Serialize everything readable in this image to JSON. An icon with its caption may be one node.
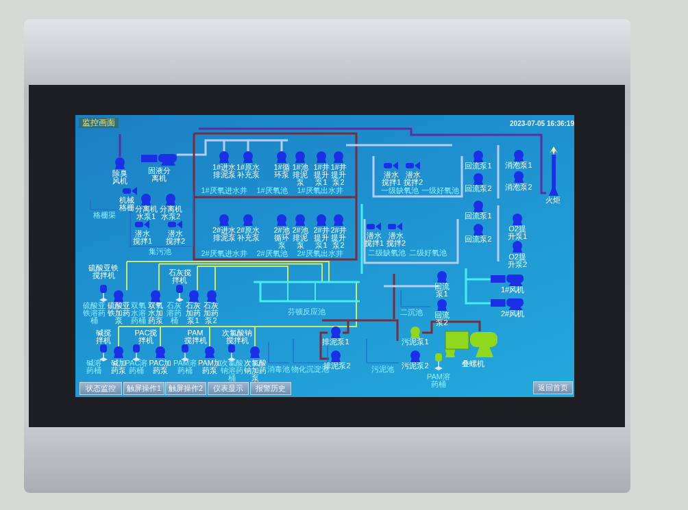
{
  "diagram": {
    "title": "监控画面",
    "nodes": [
      {
        "text": [
          "除臭风机"
        ]
      },
      {
        "text": [
          "固液分离机"
        ]
      },
      {
        "text": [
          "机械格栅"
        ]
      },
      {
        "text": [
          "格栅渠"
        ]
      },
      {
        "text": [
          "分离机水泵1"
        ]
      },
      {
        "text": [
          "分离机水泵2"
        ]
      },
      {
        "text": [
          "潜水搅拌1"
        ]
      },
      {
        "text": [
          "潜水搅拌2"
        ]
      },
      {
        "text": [
          "集污池"
        ]
      },
      {
        "text": [
          "1#进水排泥泵"
        ]
      },
      {
        "text": [
          "1#原水补充泵"
        ]
      },
      {
        "text": [
          "1#厌氧进水井"
        ]
      },
      {
        "text": [
          "1#循环泵"
        ]
      },
      {
        "text": [
          "1#池排泥泵"
        ]
      },
      {
        "text": [
          "1#井提升泵1"
        ]
      },
      {
        "text": [
          "1#井提升泵2"
        ]
      },
      {
        "text": [
          "1#厌氧出水井"
        ]
      },
      {
        "text": [
          "1#厌氧池"
        ]
      },
      {
        "text": [
          "2#进水排泥泵"
        ]
      },
      {
        "text": [
          "2#原水补充泵"
        ]
      },
      {
        "text": [
          "2#厌氧进水井"
        ]
      },
      {
        "text": [
          "2#池循环泵"
        ]
      },
      {
        "text": [
          "2#池排泥泵"
        ]
      },
      {
        "text": [
          "2#井提升泵1"
        ]
      },
      {
        "text": [
          "2#井提升泵2"
        ]
      },
      {
        "text": [
          "2#厌氧出水井"
        ]
      },
      {
        "text": [
          "2#厌氧池"
        ]
      },
      {
        "text": [
          "潜水搅拌1"
        ]
      },
      {
        "text": [
          "潜水搅拌2"
        ]
      },
      {
        "text": [
          "一级缺氧池"
        ]
      },
      {
        "text": [
          "一级好氧池"
        ]
      },
      {
        "text": [
          "潜水搅拌1"
        ]
      },
      {
        "text": [
          "潜水搅拌2"
        ]
      },
      {
        "text": [
          "二级缺氧池"
        ]
      },
      {
        "text": [
          "二级好氧池"
        ]
      },
      {
        "text": [
          "回流泵1"
        ]
      },
      {
        "text": [
          "回流泵2"
        ]
      },
      {
        "text": [
          "消泡泵1"
        ]
      },
      {
        "text": [
          "消泡泵2"
        ]
      },
      {
        "text": [
          "火炬"
        ]
      },
      {
        "text": [
          "回流泵1"
        ]
      },
      {
        "text": [
          "回流泵2"
        ]
      },
      {
        "text": [
          "O2提升泵1"
        ]
      },
      {
        "text": [
          "O2提升泵2"
        ]
      },
      {
        "text": [
          "1#风机"
        ]
      },
      {
        "text": [
          "2#风机"
        ]
      },
      {
        "text": [
          "硫酸亚铁搅拌机"
        ]
      },
      {
        "text": [
          "硫酸亚铁溶药桶"
        ]
      },
      {
        "text": [
          "硫酸亚铁加药泵"
        ]
      },
      {
        "text": [
          "双氧水溶药桶"
        ]
      },
      {
        "text": [
          "双氧水加药泵"
        ]
      },
      {
        "text": [
          "石灰搅拌机"
        ]
      },
      {
        "text": [
          "石灰溶药桶"
        ]
      },
      {
        "text": [
          "石灰加药泵1"
        ]
      },
      {
        "text": [
          "石灰加药泵2"
        ]
      },
      {
        "text": [
          "碱搅拌机"
        ]
      },
      {
        "text": [
          "碱溶药桶"
        ]
      },
      {
        "text": [
          "碱加药泵"
        ]
      },
      {
        "text": [
          "PAC搅拌机"
        ]
      },
      {
        "text": [
          "PAC溶药桶"
        ]
      },
      {
        "text": [
          "PAC加药泵"
        ]
      },
      {
        "text": [
          "PAM搅拌机"
        ]
      },
      {
        "text": [
          "PAM溶药桶"
        ]
      },
      {
        "text": [
          "PAM加药泵"
        ]
      },
      {
        "text": [
          "次氯酸钠搅拌机"
        ]
      },
      {
        "text": [
          "次氯酸钠溶药桶"
        ]
      },
      {
        "text": [
          "次氯酸钠加药泵"
        ]
      },
      {
        "text": [
          "芬顿反应池"
        ]
      },
      {
        "text": [
          "消毒池"
        ]
      },
      {
        "text": [
          "物化沉淀池"
        ]
      },
      {
        "text": [
          "排泥泵1"
        ]
      },
      {
        "text": [
          "排泥泵2"
        ]
      },
      {
        "text": [
          "污泥池"
        ]
      },
      {
        "text": [
          "二沉池"
        ]
      },
      {
        "text": [
          "回流泵1"
        ]
      },
      {
        "text": [
          "回流泵2"
        ]
      },
      {
        "text": [
          "污泥泵1"
        ]
      },
      {
        "text": [
          "污泥泵2"
        ]
      },
      {
        "text": [
          "PAM溶药桶"
        ]
      },
      {
        "text": [
          "叠螺机"
        ]
      }
    ],
    "labels": [
      "2023-07-05 16:36:19",
      "状态监控",
      "触屏操作1",
      "触屏操作2",
      "仪表显示",
      "报警历史",
      "返回首页"
    ]
  }
}
